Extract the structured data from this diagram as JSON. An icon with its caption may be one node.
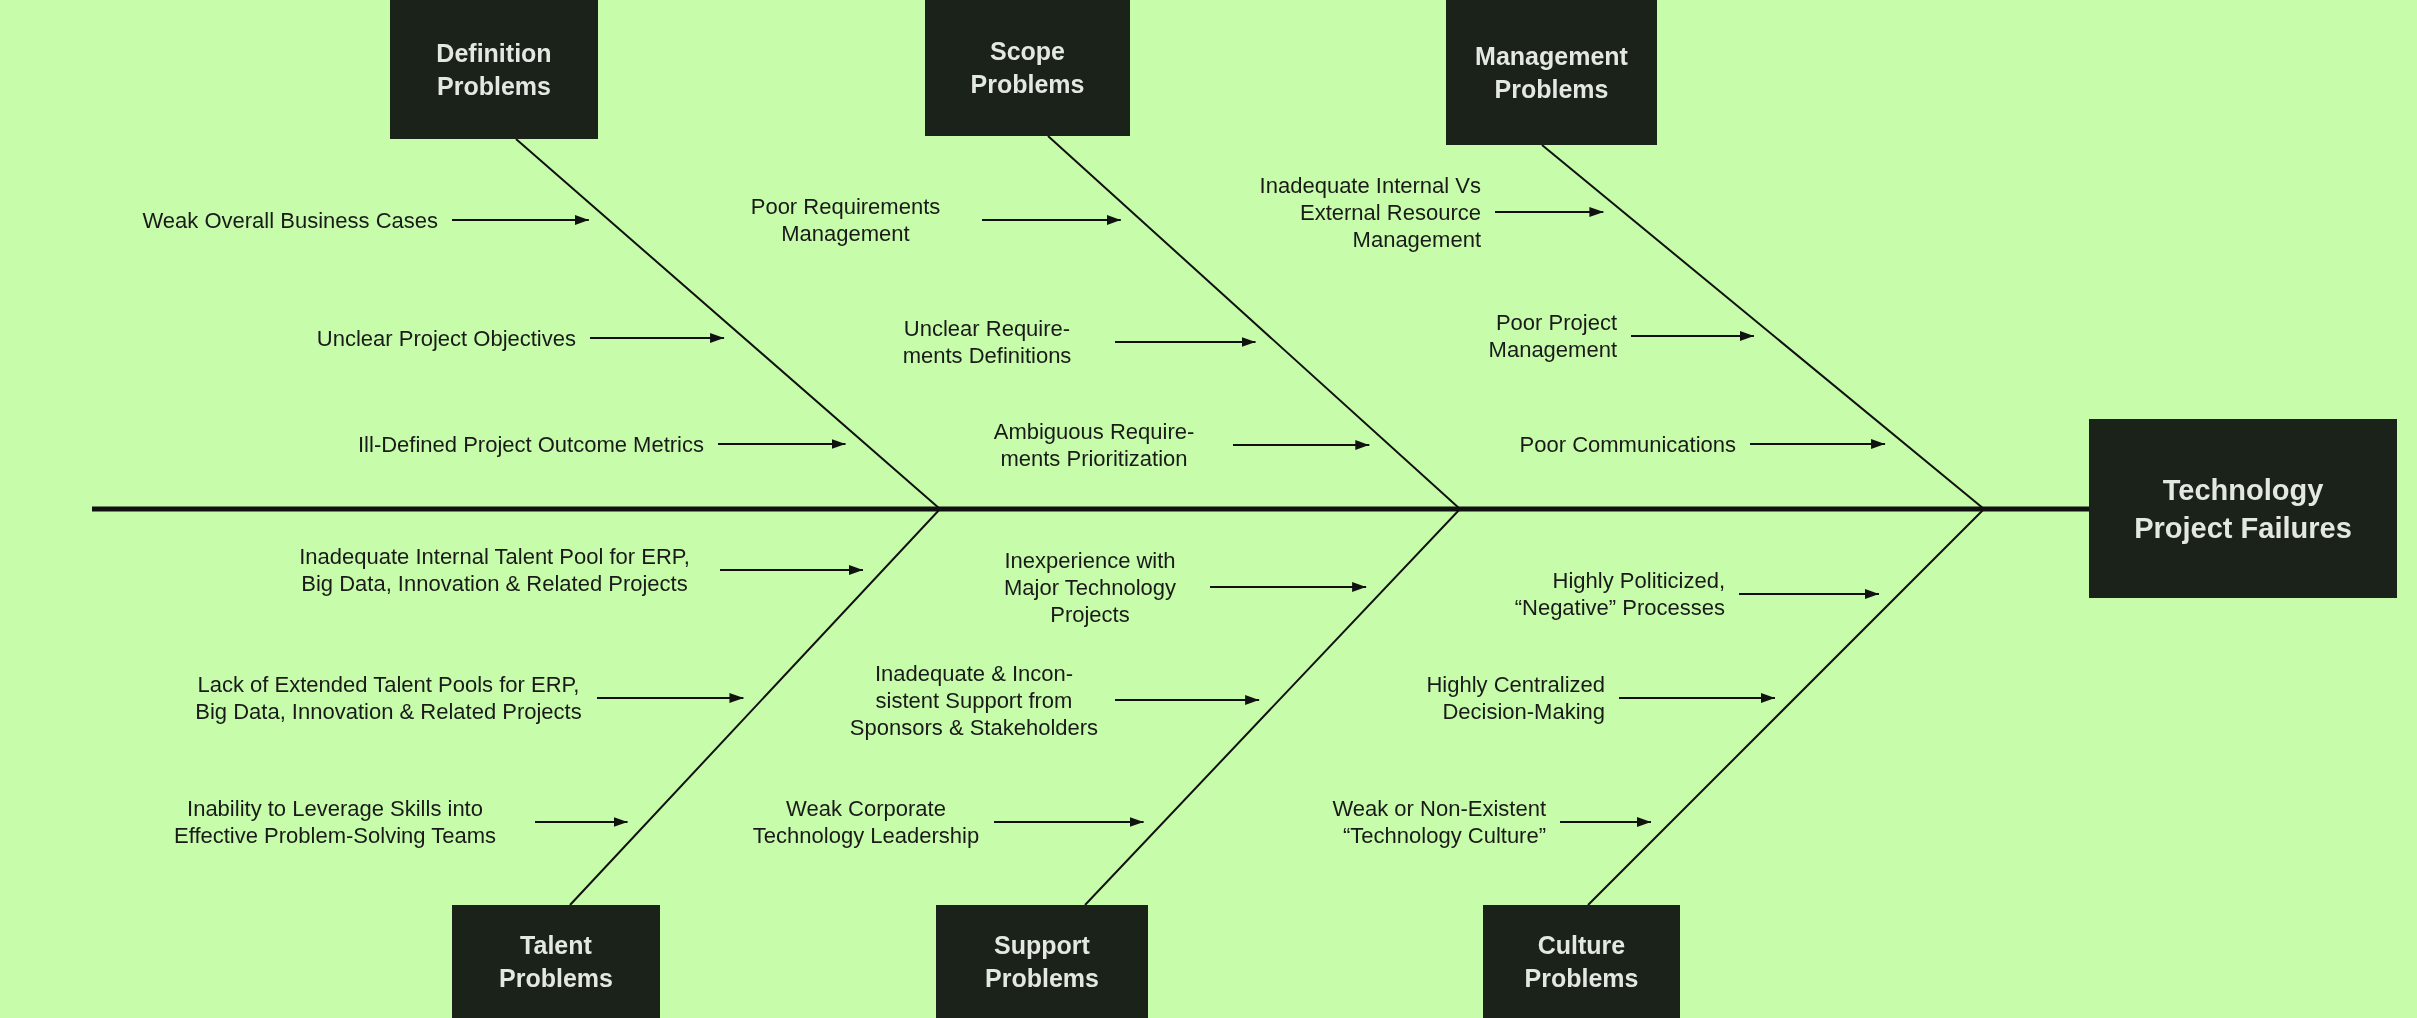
{
  "diagram": {
    "nodes": [
      {
        "text": [
          "Definition Problems"
        ]
      },
      {
        "text": [
          "Scope Problems"
        ]
      },
      {
        "text": [
          "Management Problems"
        ]
      },
      {
        "text": [
          "Weak Overall Business Cases"
        ]
      },
      {
        "text": [
          "Unclear Project Objectives"
        ]
      },
      {
        "text": [
          "Ill-Defined Project Outcome Metrics"
        ]
      },
      {
        "text": [
          "Poor Requirements Management"
        ]
      },
      {
        "text": [
          "Unclear Require- ments Definitions"
        ]
      },
      {
        "text": [
          "Ambiguous Require- ments Prioritization"
        ]
      },
      {
        "text": [
          "Inadequate Internal Vs External Resource Management"
        ]
      },
      {
        "text": [
          "Poor Project Management"
        ]
      },
      {
        "text": [
          "Poor Communications"
        ]
      },
      {
        "text": [
          "Technology Project Failures"
        ]
      },
      {
        "text": [
          "Inadequate Internal Talent Pool for ERP, Big Data, Innovation & Related Projects"
        ]
      },
      {
        "text": [
          "Lack of Extended Talent Pools for ERP, Big Data, Innovation & Related Projects"
        ]
      },
      {
        "text": [
          "Inability to Leverage Skills into Effective Problem-Solving Teams"
        ]
      },
      {
        "text": [
          "Inexperience with Major Technology Projects"
        ]
      },
      {
        "text": [
          "Inadequate & Incon- sistent Support from Sponsors & Stakeholders"
        ]
      },
      {
        "text": [
          "Weak Corporate Technology Leadership"
        ]
      },
      {
        "text": [
          "Highly Politicized, “Negative” Processes"
        ]
      },
      {
        "text": [
          "Highly Centralized Decision-Making"
        ]
      },
      {
        "text": [
          "Weak or Non-Existent “Technology Culture”"
        ]
      },
      {
        "text": [
          "Talent Problems"
        ]
      },
      {
        "text": [
          "Support Problems"
        ]
      },
      {
        "text": [
          "Culture Problems"
        ]
      }
    ],
    "edges": [
      {
        "from": 0,
        "to": 12,
        "arrow": "none"
      },
      {
        "from": 1,
        "to": 12,
        "arrow": "none"
      },
      {
        "from": 2,
        "to": 12,
        "arrow": "none"
      },
      {
        "from": 22,
        "to": 12,
        "arrow": "none"
      },
      {
        "from": 23,
        "to": 12,
        "arrow": "none"
      },
      {
        "from": 24,
        "to": 12,
        "arrow": "none"
      },
      {
        "from": 3,
        "to": null,
        "arrow": "to"
      },
      {
        "from": 4,
        "to": null,
        "arrow": "to"
      },
      {
        "from": 5,
        "to": null,
        "arrow": "to"
      },
      {
        "from": 6,
        "to": null,
        "arrow": "to"
      },
      {
        "from": 7,
        "to": null,
        "arrow": "to"
      },
      {
        "from": 8,
        "to": null,
        "arrow": "to"
      },
      {
        "from": 9,
        "to": null,
        "arrow": "to"
      },
      {
        "from": 10,
        "to": null,
        "arrow": "to"
      },
      {
        "from": 11,
        "to": null,
        "arrow": "to"
      },
      {
        "from": 13,
        "to": null,
        "arrow": "to"
      },
      {
        "from": 14,
        "to": null,
        "arrow": "to"
      },
      {
        "from": 15,
        "to": null,
        "arrow": "to"
      },
      {
        "from": 16,
        "to": null,
        "arrow": "to"
      },
      {
        "from": 17,
        "to": null,
        "arrow": "to"
      },
      {
        "from": 18,
        "to": null,
        "arrow": "to"
      },
      {
        "from": 19,
        "to": null,
        "arrow": "to"
      },
      {
        "from": 20,
        "to": null,
        "arrow": "to"
      },
      {
        "from": 21,
        "to": null,
        "arrow": "to"
      }
    ]
  }
}
